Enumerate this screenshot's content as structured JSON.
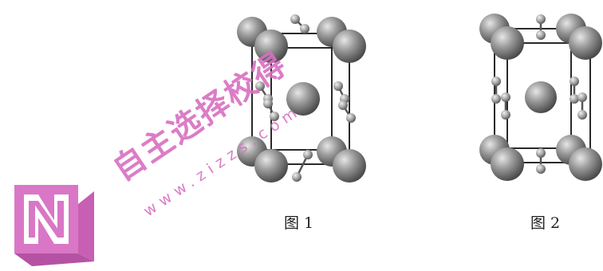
{
  "figures": [
    {
      "caption": "图 1"
    },
    {
      "caption": "图 2"
    }
  ],
  "watermark": {
    "chinese": "自主选择校得",
    "url": "www.zizzs.com",
    "color": "#d86fc0"
  },
  "colors": {
    "frame": "#2a2a2a",
    "large_atom": "#8a8a8a",
    "small_atom": "#a8a8a8"
  }
}
